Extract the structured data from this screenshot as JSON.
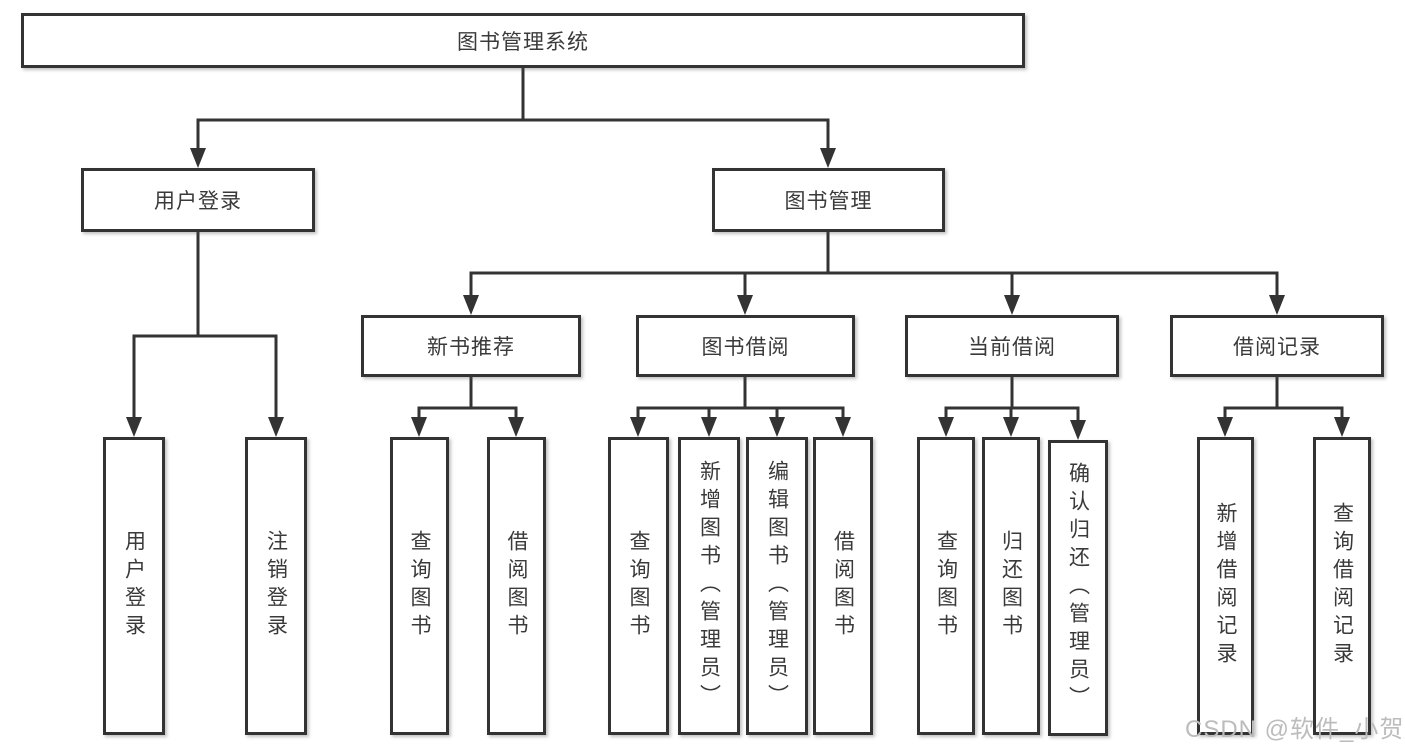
{
  "diagram_type": "hierarchy-tree",
  "tree": {
    "label": "图书管理系统",
    "children": [
      {
        "label": "用户登录",
        "children": [
          {
            "label": "用户登录"
          },
          {
            "label": "注销登录"
          }
        ]
      },
      {
        "label": "图书管理",
        "children": [
          {
            "label": "新书推荐",
            "children": [
              {
                "label": "查询图书"
              },
              {
                "label": "借阅图书"
              }
            ]
          },
          {
            "label": "图书借阅",
            "children": [
              {
                "label": "查询图书"
              },
              {
                "label": "新增图书（管理员）"
              },
              {
                "label": "编辑图书（管理员）"
              },
              {
                "label": "借阅图书"
              }
            ]
          },
          {
            "label": "当前借阅",
            "children": [
              {
                "label": "查询图书"
              },
              {
                "label": "归还图书"
              },
              {
                "label": "确认归还（管理员）"
              }
            ]
          },
          {
            "label": "借阅记录",
            "children": [
              {
                "label": "新增借阅记录"
              },
              {
                "label": "查询借阅记录"
              }
            ]
          }
        ]
      }
    ]
  },
  "colors": {
    "line": "#333333",
    "box_fill": "#ffffff",
    "text": "#3a3a3a",
    "watermark": "#bcbcbc"
  },
  "watermark": {
    "text": "CSDN @软件_小贺同学"
  }
}
